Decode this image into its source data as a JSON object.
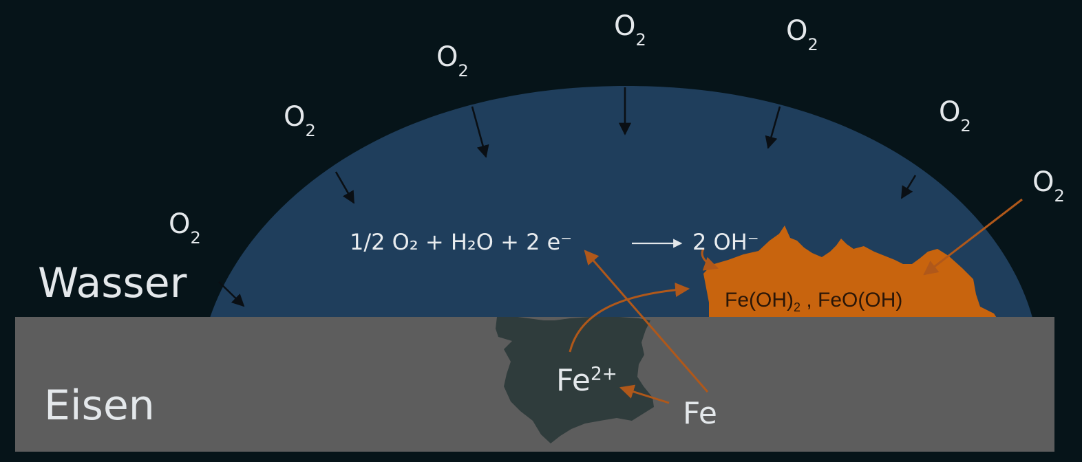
{
  "labels": {
    "water": "Wasser",
    "iron": "Eisen",
    "oxygen_main": "O",
    "oxygen_sub": "2",
    "reaction_text": "1/2 O₂ +  H₂O  + 2 e⁻",
    "reaction_product": "2 OH⁻",
    "rust_main": "Fe(OH)",
    "rust_sub": "2",
    "rust_rest": " , FeO(OH)",
    "ion_main": "Fe",
    "ion_sup": "2+",
    "metal": "Fe"
  },
  "colors": {
    "background": "#061419",
    "water": "#1f3e5c",
    "iron": "#5d5d5d",
    "pit": "#2f3c3c",
    "rust": "#c8640e",
    "arrow_oxygen": "#0a0f14",
    "arrow_process": "#b0581a",
    "text": "#e4e8eb"
  }
}
